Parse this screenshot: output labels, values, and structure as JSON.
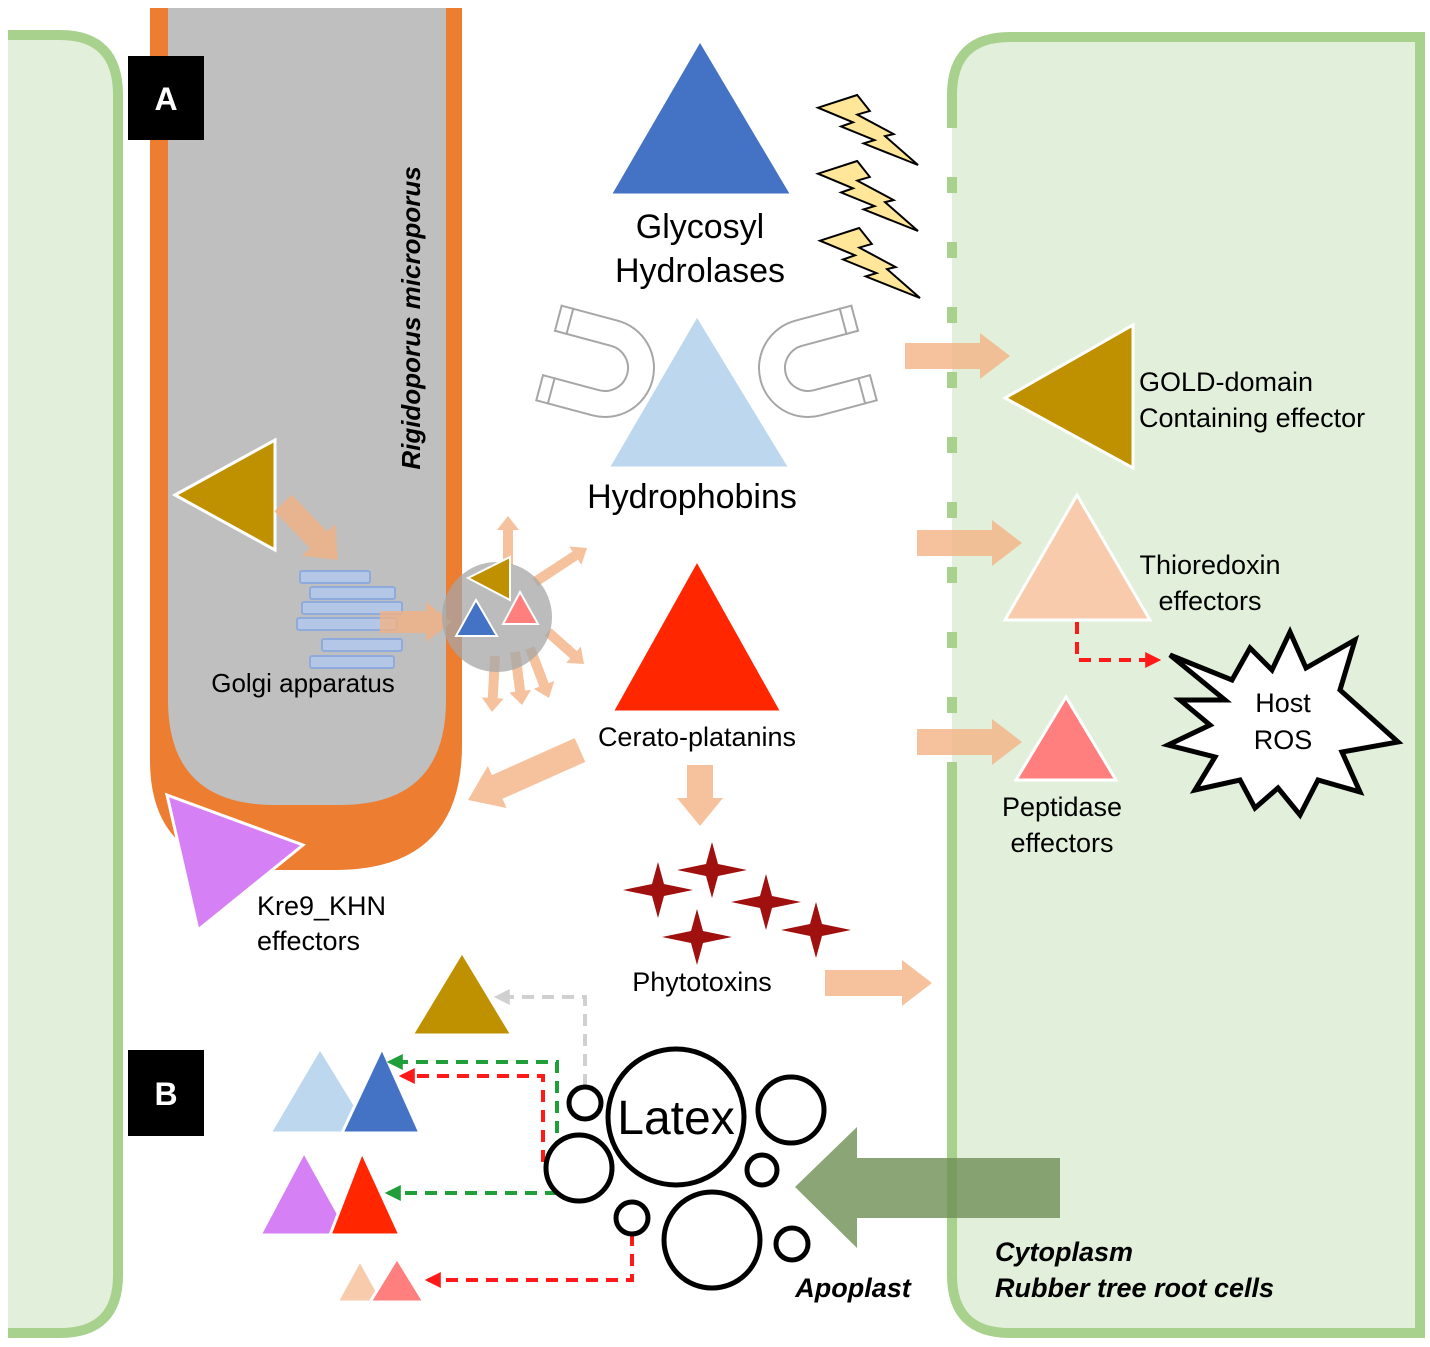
{
  "panels": {
    "a": "A",
    "b": "B"
  },
  "fungus": {
    "name": "Rigidoporus microporus",
    "golgi": "Golgi apparatus"
  },
  "effectors": {
    "glycosyl_hydrolases": {
      "line1": "Glycosyl",
      "line2": "Hydrolases"
    },
    "hydrophobins": {
      "label": "Hydrophobins"
    },
    "cerato_platanins": {
      "label": "Cerato-platanins"
    },
    "phytotoxins": {
      "label": "Phytotoxins"
    },
    "gold_domain": {
      "line1": "GOLD-domain",
      "line2": "Containing effector"
    },
    "thioredoxin": {
      "line1": "Thioredoxin",
      "line2": "effectors"
    },
    "peptidase": {
      "line1": "Peptidase",
      "line2": "effectors"
    },
    "kre9_khn": {
      "line1": "Kre9_KHN",
      "line2": "effectors"
    }
  },
  "host": {
    "ros_line1": "Host",
    "ros_line2": "ROS",
    "latex": "Latex",
    "apoplast": "Apoplast",
    "cytoplasm": "Cytoplasm",
    "cells": "Rubber tree root cells"
  },
  "colors": {
    "glycosyl_hydrolases": "#4472c4",
    "hydrophobins": "#bdd7ee",
    "cerato_platanins": "#ff2600",
    "phytotoxins": "#a0100f",
    "gold_domain": "#bf9000",
    "thioredoxin": "#f8cbad",
    "peptidase": "#ff7f7f",
    "kre9_khn": "#d580f5",
    "secretion_arrow": "#f4b183",
    "latex_arrow": "#6f8f55",
    "dashed_red": "#ff1a1a",
    "dashed_green": "#1f9e3a",
    "dashed_gray": "#d0d0d0"
  }
}
